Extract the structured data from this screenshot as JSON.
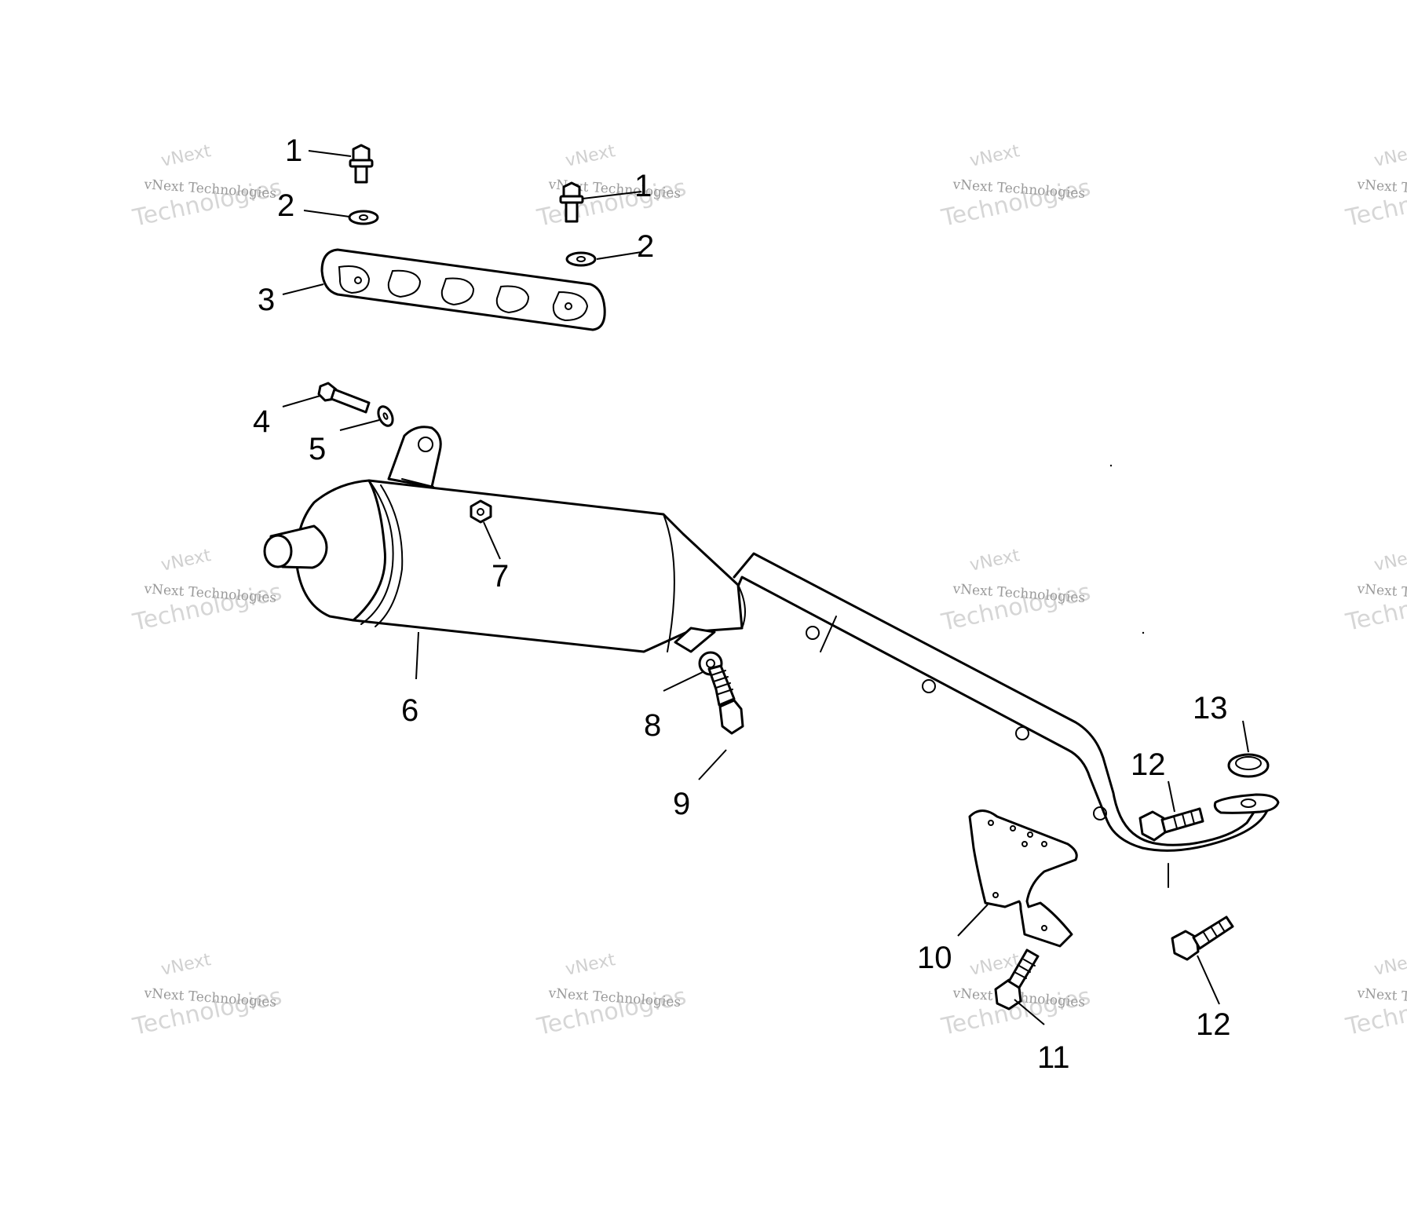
{
  "watermark": {
    "brand_line": "vNext Technologies",
    "big_line": "Technologies",
    "top_line": "vNext"
  },
  "callouts": {
    "c1a": "1",
    "c1b": "1",
    "c2a": "2",
    "c2b": "2",
    "c3": "3",
    "c4": "4",
    "c5": "5",
    "c6": "6",
    "c7": "7",
    "c8": "8",
    "c9": "9",
    "c10": "10",
    "c11": "11",
    "c12a": "12",
    "c12b": "12",
    "c13": "13"
  }
}
